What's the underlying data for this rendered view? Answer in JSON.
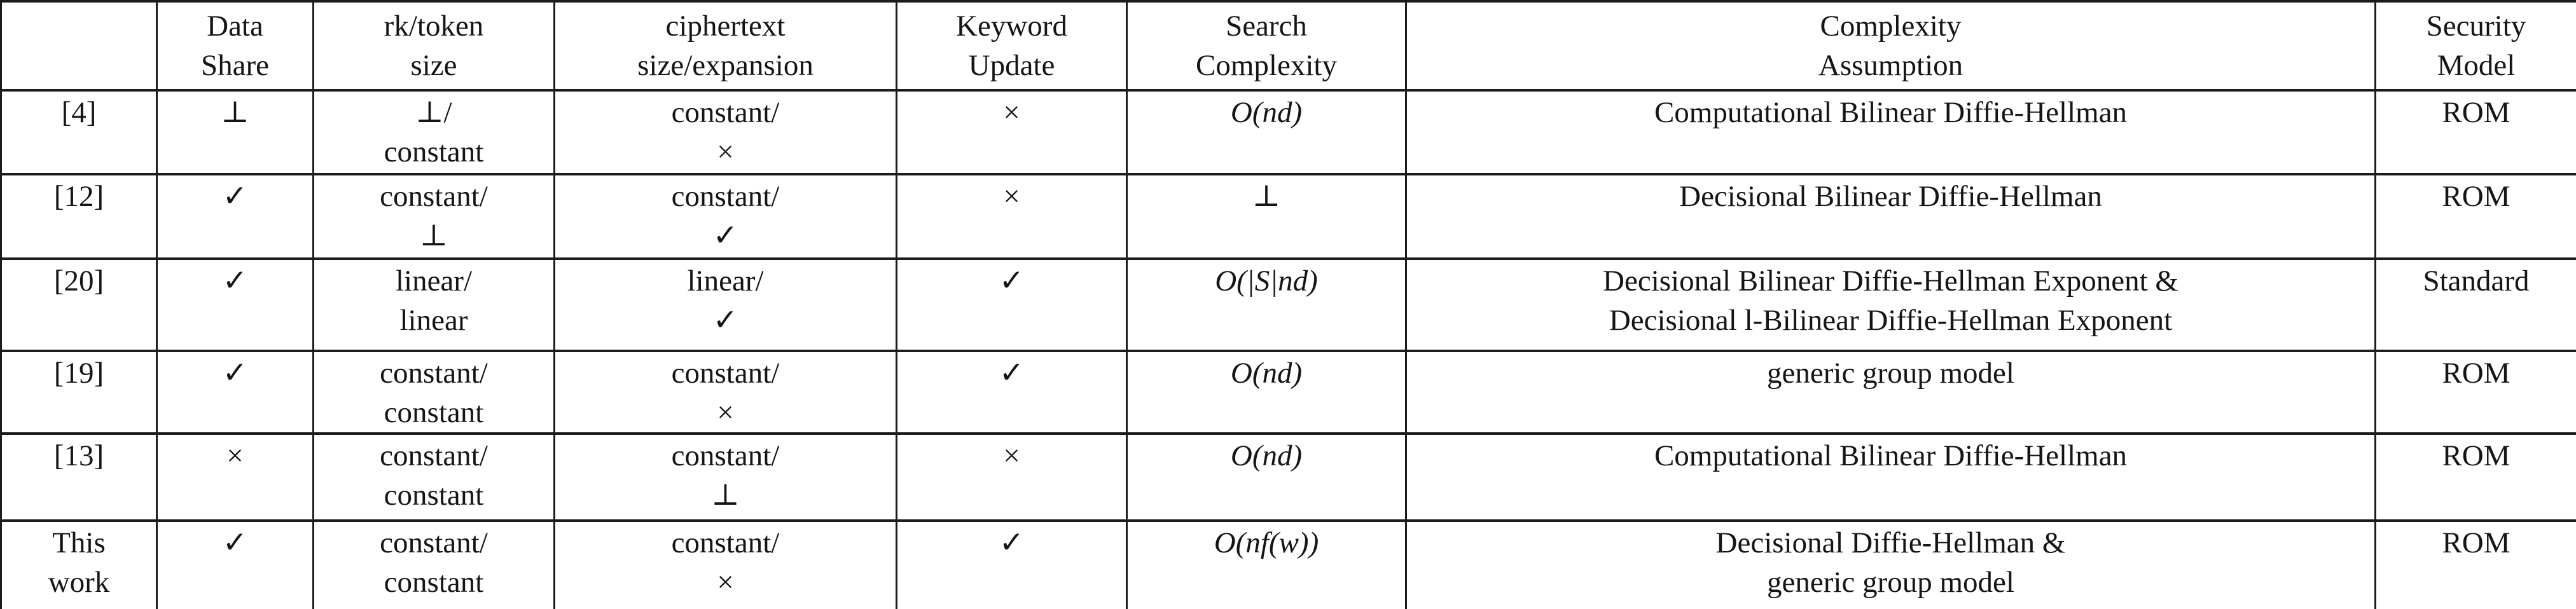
{
  "colors": {
    "border": "#1c1c1c",
    "text": "#151515",
    "background": "#ffffff"
  },
  "symbols": {
    "perp": "⊥",
    "check": "✓",
    "cross": "×"
  },
  "table": {
    "headers": [
      {
        "lines": []
      },
      {
        "lines": [
          "Data",
          "Share"
        ]
      },
      {
        "lines": [
          "rk/token",
          "size"
        ]
      },
      {
        "lines": [
          "ciphertext",
          "size/expansion"
        ]
      },
      {
        "lines": [
          "Keyword",
          "Update"
        ]
      },
      {
        "lines": [
          "Search",
          "Complexity"
        ]
      },
      {
        "lines": [
          "Complexity",
          "Assumption"
        ]
      },
      {
        "lines": [
          "Security",
          "Model"
        ]
      }
    ],
    "rows": [
      {
        "cells": [
          {
            "lines": [
              "[4]"
            ]
          },
          {
            "lines": [
              "⊥"
            ]
          },
          {
            "lines": [
              "⊥/",
              "constant"
            ]
          },
          {
            "lines": [
              "constant/",
              "×"
            ]
          },
          {
            "lines": [
              "×"
            ]
          },
          {
            "lines": [
              "O(nd)"
            ]
          },
          {
            "lines": [
              "Computational Bilinear Diffie-Hellman"
            ]
          },
          {
            "lines": [
              "ROM"
            ]
          }
        ]
      },
      {
        "cells": [
          {
            "lines": [
              "[12]"
            ]
          },
          {
            "lines": [
              "✓"
            ]
          },
          {
            "lines": [
              "constant/",
              "⊥"
            ]
          },
          {
            "lines": [
              "constant/",
              "✓"
            ]
          },
          {
            "lines": [
              "×"
            ]
          },
          {
            "lines": [
              "⊥"
            ]
          },
          {
            "lines": [
              "Decisional Bilinear Diffie-Hellman"
            ]
          },
          {
            "lines": [
              "ROM"
            ]
          }
        ]
      },
      {
        "cells": [
          {
            "lines": [
              "[20]"
            ]
          },
          {
            "lines": [
              "✓"
            ]
          },
          {
            "lines": [
              "linear/",
              "linear"
            ]
          },
          {
            "lines": [
              "linear/",
              "✓"
            ]
          },
          {
            "lines": [
              "✓"
            ]
          },
          {
            "lines": [
              "O(|S|nd)"
            ]
          },
          {
            "lines": [
              "Decisional Bilinear Diffie-Hellman Exponent &",
              "Decisional l-Bilinear Diffie-Hellman Exponent"
            ]
          },
          {
            "lines": [
              "Standard"
            ]
          }
        ]
      },
      {
        "cells": [
          {
            "lines": [
              "[19]"
            ]
          },
          {
            "lines": [
              "✓"
            ]
          },
          {
            "lines": [
              "constant/",
              "constant"
            ]
          },
          {
            "lines": [
              "constant/",
              "×"
            ]
          },
          {
            "lines": [
              "✓"
            ]
          },
          {
            "lines": [
              "O(nd)"
            ]
          },
          {
            "lines": [
              "generic group model"
            ]
          },
          {
            "lines": [
              "ROM"
            ]
          }
        ]
      },
      {
        "cells": [
          {
            "lines": [
              "[13]"
            ]
          },
          {
            "lines": [
              "×"
            ]
          },
          {
            "lines": [
              "constant/",
              "constant"
            ]
          },
          {
            "lines": [
              "constant/",
              "⊥"
            ]
          },
          {
            "lines": [
              "×"
            ]
          },
          {
            "lines": [
              "O(nd)"
            ]
          },
          {
            "lines": [
              "Computational Bilinear Diffie-Hellman"
            ]
          },
          {
            "lines": [
              "ROM"
            ]
          }
        ]
      },
      {
        "cells": [
          {
            "lines": [
              "This",
              "work"
            ]
          },
          {
            "lines": [
              "✓"
            ]
          },
          {
            "lines": [
              "constant/",
              "constant"
            ]
          },
          {
            "lines": [
              "constant/",
              "×"
            ]
          },
          {
            "lines": [
              "✓"
            ]
          },
          {
            "lines": [
              "O(nf(w))"
            ]
          },
          {
            "lines": [
              "Decisional Diffie-Hellman &",
              "generic group model"
            ]
          },
          {
            "lines": [
              "ROM"
            ]
          }
        ]
      }
    ]
  }
}
